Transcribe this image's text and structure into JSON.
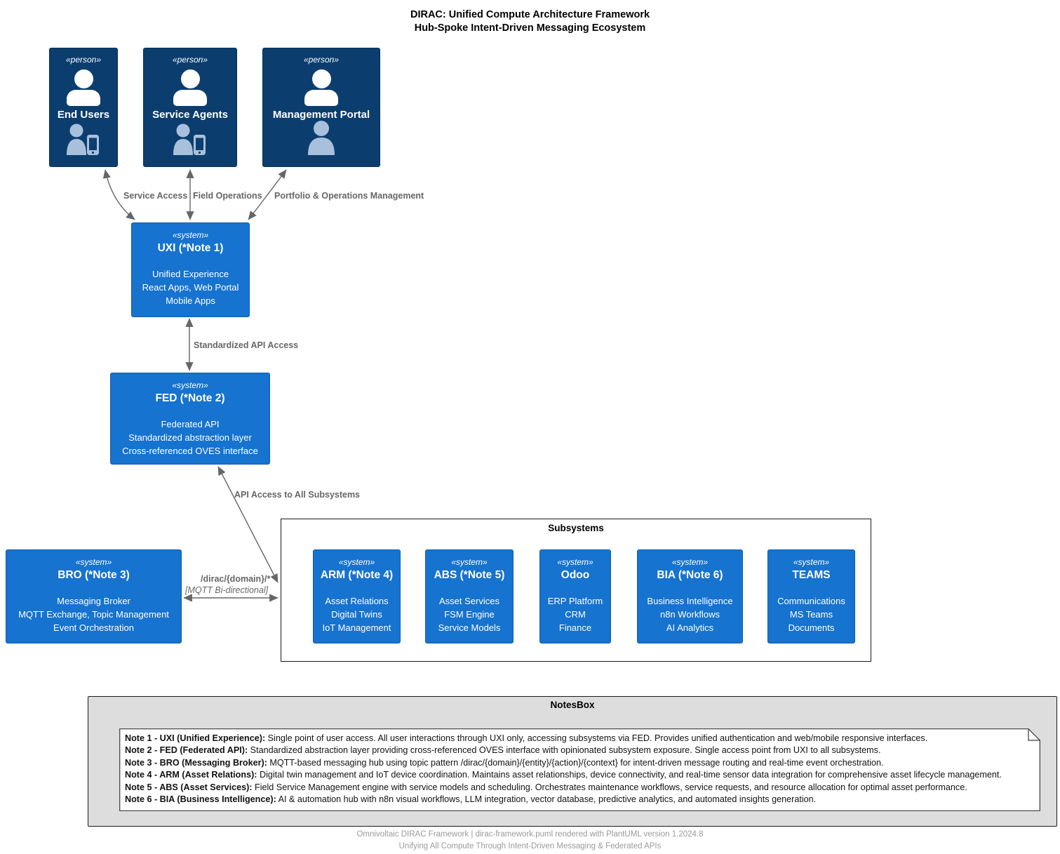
{
  "title": {
    "line1": "DIRAC: Unified Compute Architecture Framework",
    "line2": "Hub-Spoke Intent-Driven Messaging Ecosystem"
  },
  "persons": [
    {
      "stereotype": "«person»",
      "name": "End Users",
      "sprite_icon": "person-with-mobile-icon"
    },
    {
      "stereotype": "«person»",
      "name": "Service Agents",
      "sprite_icon": "person-with-mobile-icon"
    },
    {
      "stereotype": "«person»",
      "name": "Management Portal",
      "sprite_icon": "person-icon"
    }
  ],
  "edges": {
    "service_access": "Service Access",
    "field_operations": "Field Operations",
    "portfolio": "Portfolio & Operations Management",
    "standardized_api": "Standardized API Access",
    "api_access_all": "API Access to All Subsystems",
    "mqtt_topic": "/dirac/{domain}/*",
    "mqtt_mode": "[MQTT Bi-directional]"
  },
  "systems": {
    "uxi": {
      "stereotype": "«system»",
      "name": "UXI (*Note 1)",
      "lines": [
        "Unified Experience",
        "React Apps, Web Portal",
        "Mobile Apps"
      ]
    },
    "fed": {
      "stereotype": "«system»",
      "name": "FED (*Note 2)",
      "lines": [
        "Federated API",
        "Standardized abstraction layer",
        "Cross-referenced OVES interface"
      ]
    },
    "bro": {
      "stereotype": "«system»",
      "name": "BRO (*Note 3)",
      "lines": [
        "Messaging Broker",
        "MQTT Exchange, Topic Management",
        "Event Orchestration"
      ]
    }
  },
  "subsystems": {
    "title": "Subsystems",
    "items": [
      {
        "stereotype": "«system»",
        "name": "ARM (*Note 4)",
        "lines": [
          "Asset Relations",
          "Digital Twins",
          "IoT Management"
        ]
      },
      {
        "stereotype": "«system»",
        "name": "ABS (*Note 5)",
        "lines": [
          "Asset Services",
          "FSM Engine",
          "Service Models"
        ]
      },
      {
        "stereotype": "«system»",
        "name": "Odoo",
        "lines": [
          "ERP Platform",
          "CRM",
          "Finance"
        ]
      },
      {
        "stereotype": "«system»",
        "name": "BIA (*Note 6)",
        "lines": [
          "Business Intelligence",
          "n8n Workflows",
          "AI Analytics"
        ]
      },
      {
        "stereotype": "«system»",
        "name": "TEAMS",
        "lines": [
          "Communications",
          "MS Teams",
          "Documents"
        ]
      }
    ]
  },
  "notes_box": {
    "title": "NotesBox",
    "notes": [
      {
        "label": "Note 1 - UXI (Unified Experience):",
        "text": " Single point of user access. All user interactions through UXI only, accessing subsystems via FED. Provides unified authentication and web/mobile responsive interfaces."
      },
      {
        "label": "Note 2 - FED (Federated API):",
        "text": " Standardized abstraction layer providing cross-referenced OVES interface with opinionated subsystem exposure. Single access point from UXI to all subsystems."
      },
      {
        "label": "Note 3 - BRO (Messaging Broker):",
        "text": " MQTT-based messaging hub using topic pattern /dirac/{domain}/{entity}/{action}/{context} for intent-driven message routing and real-time event orchestration."
      },
      {
        "label": "Note 4 - ARM (Asset Relations):",
        "text": " Digital twin management and IoT device coordination. Maintains asset relationships, device connectivity, and real-time sensor data integration for comprehensive asset lifecycle management."
      },
      {
        "label": "Note 5 - ABS (Asset Services):",
        "text": " Field Service Management engine with service models and scheduling. Orchestrates maintenance workflows, service requests, and resource allocation for optimal asset performance."
      },
      {
        "label": "Note 6 - BIA (Business Intelligence):",
        "text": " AI & automation hub with n8n visual workflows, LLM integration, vector database, predictive analytics, and automated insights generation."
      }
    ]
  },
  "footer": {
    "line1": "Omnivoltaic DIRAC Framework | dirac-framework.puml rendered with PlantUML version 1.2024.8",
    "line2": "Unifying All Compute Through Intent-Driven Messaging & Federated APIs"
  },
  "colors": {
    "person_box": "#0B3E6F",
    "system_box": "#1673CF",
    "sprite": "#A9C0DC",
    "arrow": "#666666",
    "edge_label": "#666666",
    "notesbox_bg": "#DDDDDD"
  }
}
